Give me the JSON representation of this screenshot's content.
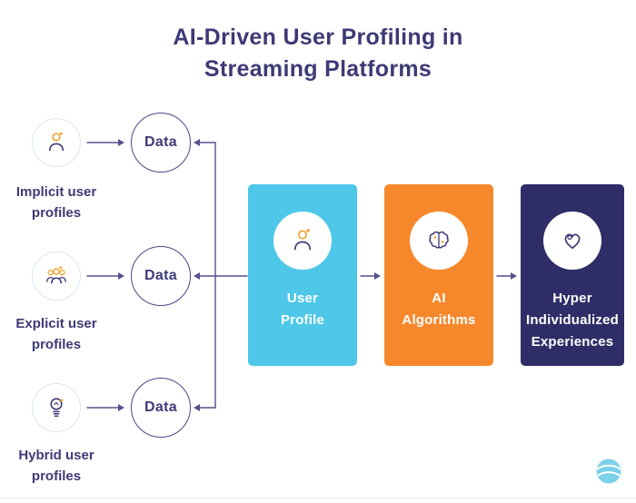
{
  "title": {
    "lines": [
      "AI-Driven User Profiling in",
      "Streaming Platforms"
    ]
  },
  "sources": [
    {
      "icon": "person-icon",
      "label_lines": [
        "Implicit user",
        "profiles"
      ],
      "data_label": "Data"
    },
    {
      "icon": "people-group-icon",
      "label_lines": [
        "Explicit user",
        "profiles"
      ],
      "data_label": "Data"
    },
    {
      "icon": "lightbulb-icon",
      "label_lines": [
        "Hybrid user",
        "profiles"
      ],
      "data_label": "Data"
    }
  ],
  "stages": [
    {
      "icon": "person-icon",
      "label_lines": [
        "User",
        "Profile"
      ]
    },
    {
      "icon": "brain-icon",
      "label_lines": [
        "AI",
        "Algorithms"
      ]
    },
    {
      "icon": "heart-icon",
      "label_lines": [
        "Hyper",
        "Individualized",
        "Experiences"
      ]
    }
  ],
  "colors": {
    "title_text": "#3E3A76",
    "connector": "#53518E",
    "cyan_box": "#4EC7E9",
    "orange_box": "#F6882B",
    "navy_box": "#2F2D67",
    "accent_orange": "#F0A32F",
    "data_circle_border": "#4A4786",
    "source_circle_border": "#D9E6F4",
    "logo_blue": "#7BD0EA"
  }
}
